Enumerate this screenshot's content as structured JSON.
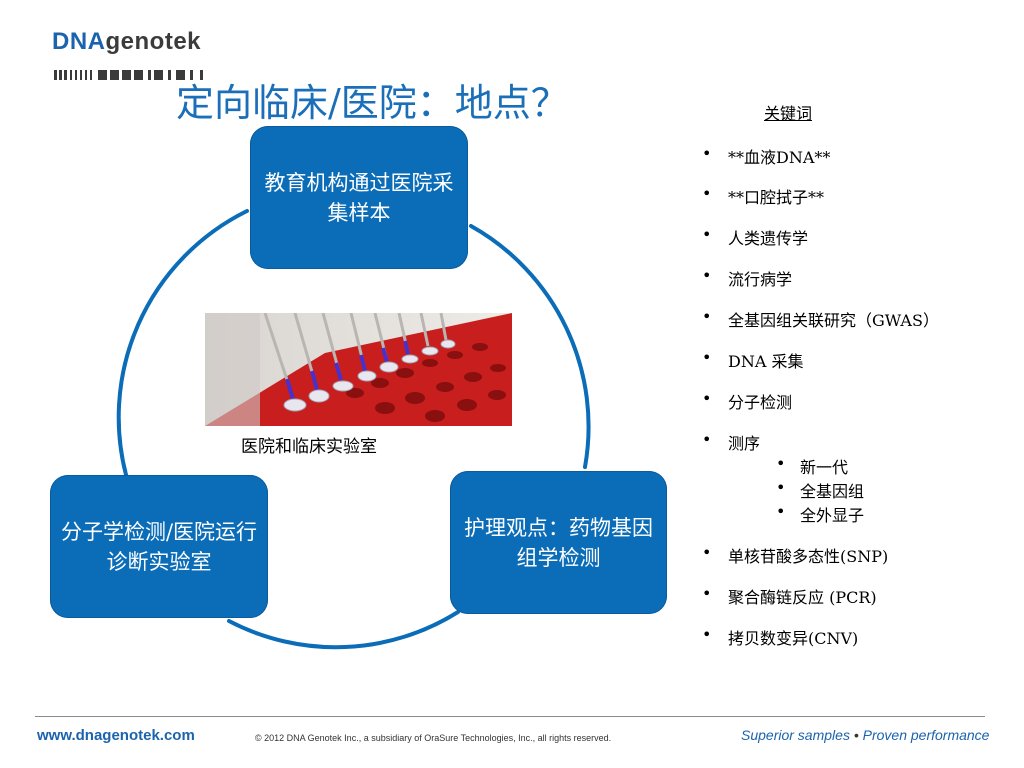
{
  "logo": {
    "dna": "DNA",
    "genotek": "genotek"
  },
  "title": "定向临床/医院：地点？",
  "cycle": {
    "top": "教育机构通过医院采集样本",
    "bottom_left": "分子学检测/医院运行诊断实验室",
    "bottom_right": "护理观点：药物基因组学检测"
  },
  "image_caption": "医院和临床实验室",
  "keywords": {
    "heading": "关键词",
    "items": [
      "**血液DNA**",
      "**口腔拭子**",
      "人类遗传学",
      "流行病学",
      "全基因组关联研究（GWAS）",
      "DNA 采集",
      "分子检测",
      "测序"
    ],
    "sub_items": [
      "新一代",
      "全基因组",
      "全外显子"
    ],
    "items_after": [
      "单核苷酸多态性(SNP)",
      "聚合酶链反应 (PCR)",
      "拷贝数变异(CNV)"
    ],
    "bullet": "•"
  },
  "footer": {
    "url": "www.dnagenotek.com",
    "copyright": "© 2012 DNA Genotek Inc., a subsidiary of OraSure Technologies, Inc., all rights reserved.",
    "tagline_left": "Superior samples",
    "tagline_dot": "•",
    "tagline_right": "Proven performance"
  },
  "colors": {
    "brand_blue": "#1b63ad",
    "box_blue": "#0b6cb8",
    "title_blue": "#1b6fb8"
  }
}
